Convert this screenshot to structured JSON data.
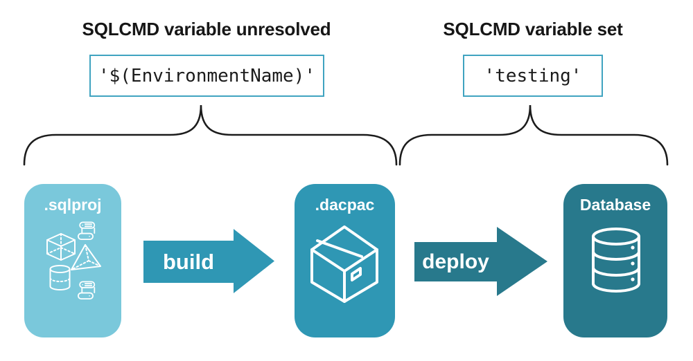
{
  "annotations": {
    "left": {
      "heading": "SQLCMD variable unresolved",
      "code": "'$(EnvironmentName)'"
    },
    "right": {
      "heading": "SQLCMD variable set",
      "code": "'testing'"
    }
  },
  "pipeline": {
    "stages": [
      {
        "label": ".sqlproj",
        "icon": "sql-project-objects"
      },
      {
        "label": ".dacpac",
        "icon": "package-box"
      },
      {
        "label": "Database",
        "icon": "database-cylinder"
      }
    ],
    "arrows": [
      {
        "label": "build"
      },
      {
        "label": "deploy"
      }
    ]
  },
  "colors": {
    "sqlproj_card_bg": "#7AC8DB",
    "dacpac_card_bg": "#2F97B4",
    "database_card_bg": "#28798C",
    "build_arrow": "#2F97B4",
    "deploy_arrow": "#28798C",
    "code_box_border": "#3FA3C0",
    "heading_text": "#161616",
    "code_text": "#1B1B1B",
    "brace_stroke": "#1C1C1C",
    "card_text": "#FFFFFF"
  }
}
